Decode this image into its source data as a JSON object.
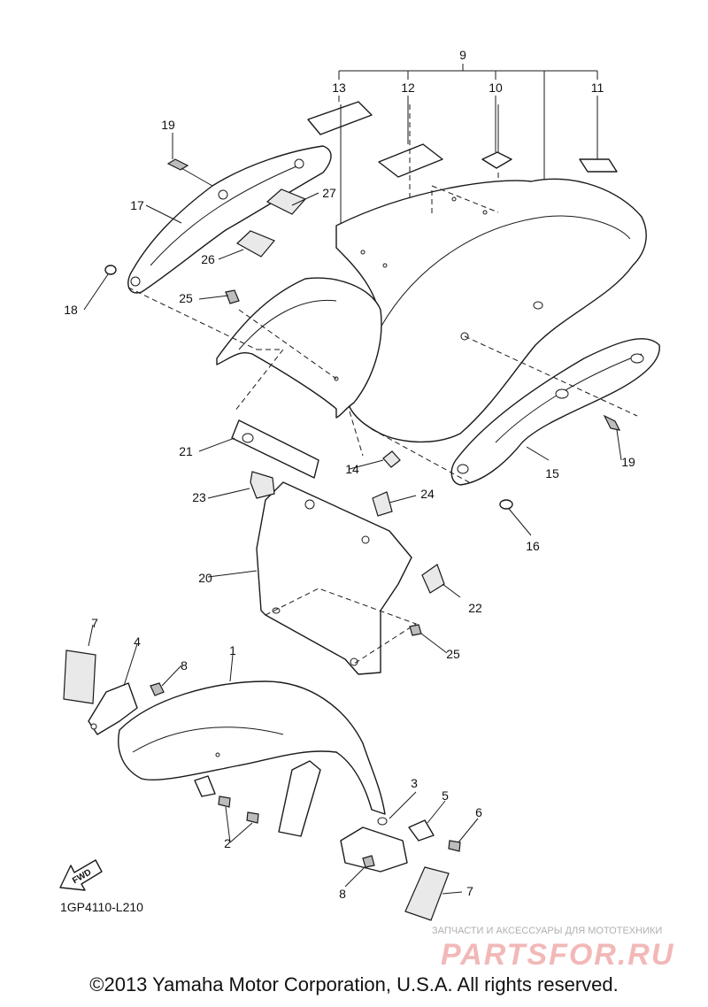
{
  "callouts": {
    "c1": "1",
    "c2": "2",
    "c3": "3",
    "c4": "4",
    "c5": "5",
    "c6": "6",
    "c7a": "7",
    "c7b": "7",
    "c8a": "8",
    "c8b": "8",
    "c9": "9",
    "c10": "10",
    "c11": "11",
    "c12": "12",
    "c13": "13",
    "c14": "14",
    "c15": "15",
    "c16": "16",
    "c17": "17",
    "c18": "18",
    "c19a": "19",
    "c19b": "19",
    "c20": "20",
    "c21": "21",
    "c22": "22",
    "c23": "23",
    "c24": "24",
    "c25a": "25",
    "c25b": "25",
    "c26": "26",
    "c27": "27"
  },
  "fwd_label": "FWD",
  "diagram_code": "1GP4110-L210",
  "watermark": {
    "tagline": "ЗАПЧАСТИ И АКСЕССУАРЫ ДЛЯ МОТОТЕХНИКИ",
    "brand": "PARTSFOR.RU"
  },
  "copyright": "©2013 Yamaha Motor Corporation, U.S.A. All rights reserved.",
  "colors": {
    "line": "#1a1a1a",
    "watermark": "#f2b8b8"
  }
}
